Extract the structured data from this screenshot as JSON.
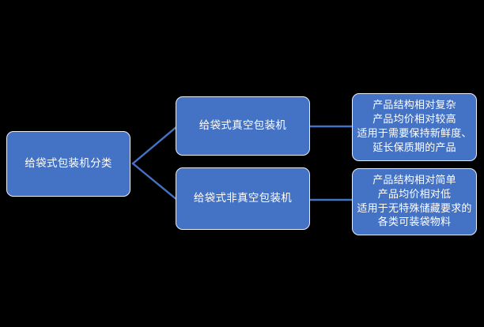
{
  "diagram": {
    "title_text": "给袋式包装机分类",
    "background_color": "#000000",
    "node_fill_color": "#4472C4",
    "node_border_color": "#E9EEF7",
    "node_text_color": "#FFFFFF",
    "connector_color": "#4472C4"
  },
  "root": {
    "label": "给袋式包装机分类"
  },
  "branches": [
    {
      "label": "给袋式真空包装机",
      "details": [
        "产品结构相对复杂",
        "产品均价相对较高",
        "适用于需要保持新鲜度、延长保质期的产品"
      ]
    },
    {
      "label": "给袋式非真空包装机",
      "details": [
        "产品结构相对简单",
        "产品均价相对低",
        "适用于无特殊储藏要求的各类可装袋物料"
      ]
    }
  ]
}
